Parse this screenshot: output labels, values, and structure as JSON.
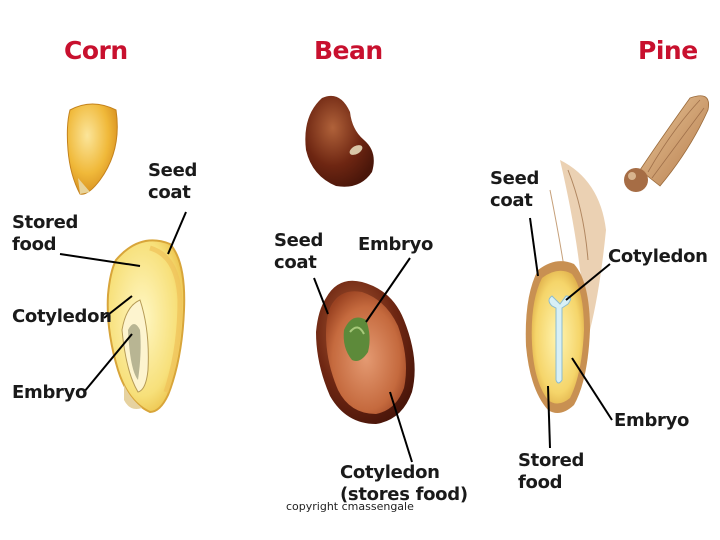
{
  "corn": {
    "title": "Corn",
    "seed_coat": [
      "Seed",
      "coat"
    ],
    "stored_food": [
      "Stored",
      "food"
    ],
    "cotyledon": "Cotyledon",
    "embryo": "Embryo"
  },
  "bean": {
    "title": "Bean",
    "seed_coat": [
      "Seed",
      "coat"
    ],
    "embryo": "Embryo",
    "cotyledon": [
      "Cotyledon",
      "(stores food)"
    ]
  },
  "pine": {
    "title": "Pine",
    "seed_coat": [
      "Seed",
      "coat"
    ],
    "cotyledon": "Cotyledon",
    "embryo": "Embryo",
    "stored_food": [
      "Stored",
      "food"
    ]
  },
  "footer": {
    "copyright": "copyright cmassengale"
  },
  "colors": {
    "title": "#c8102e",
    "label": "#1a1a1a",
    "corn": "#f2c94c",
    "bean": "#8b3a1a",
    "pine": "#d9a441"
  }
}
